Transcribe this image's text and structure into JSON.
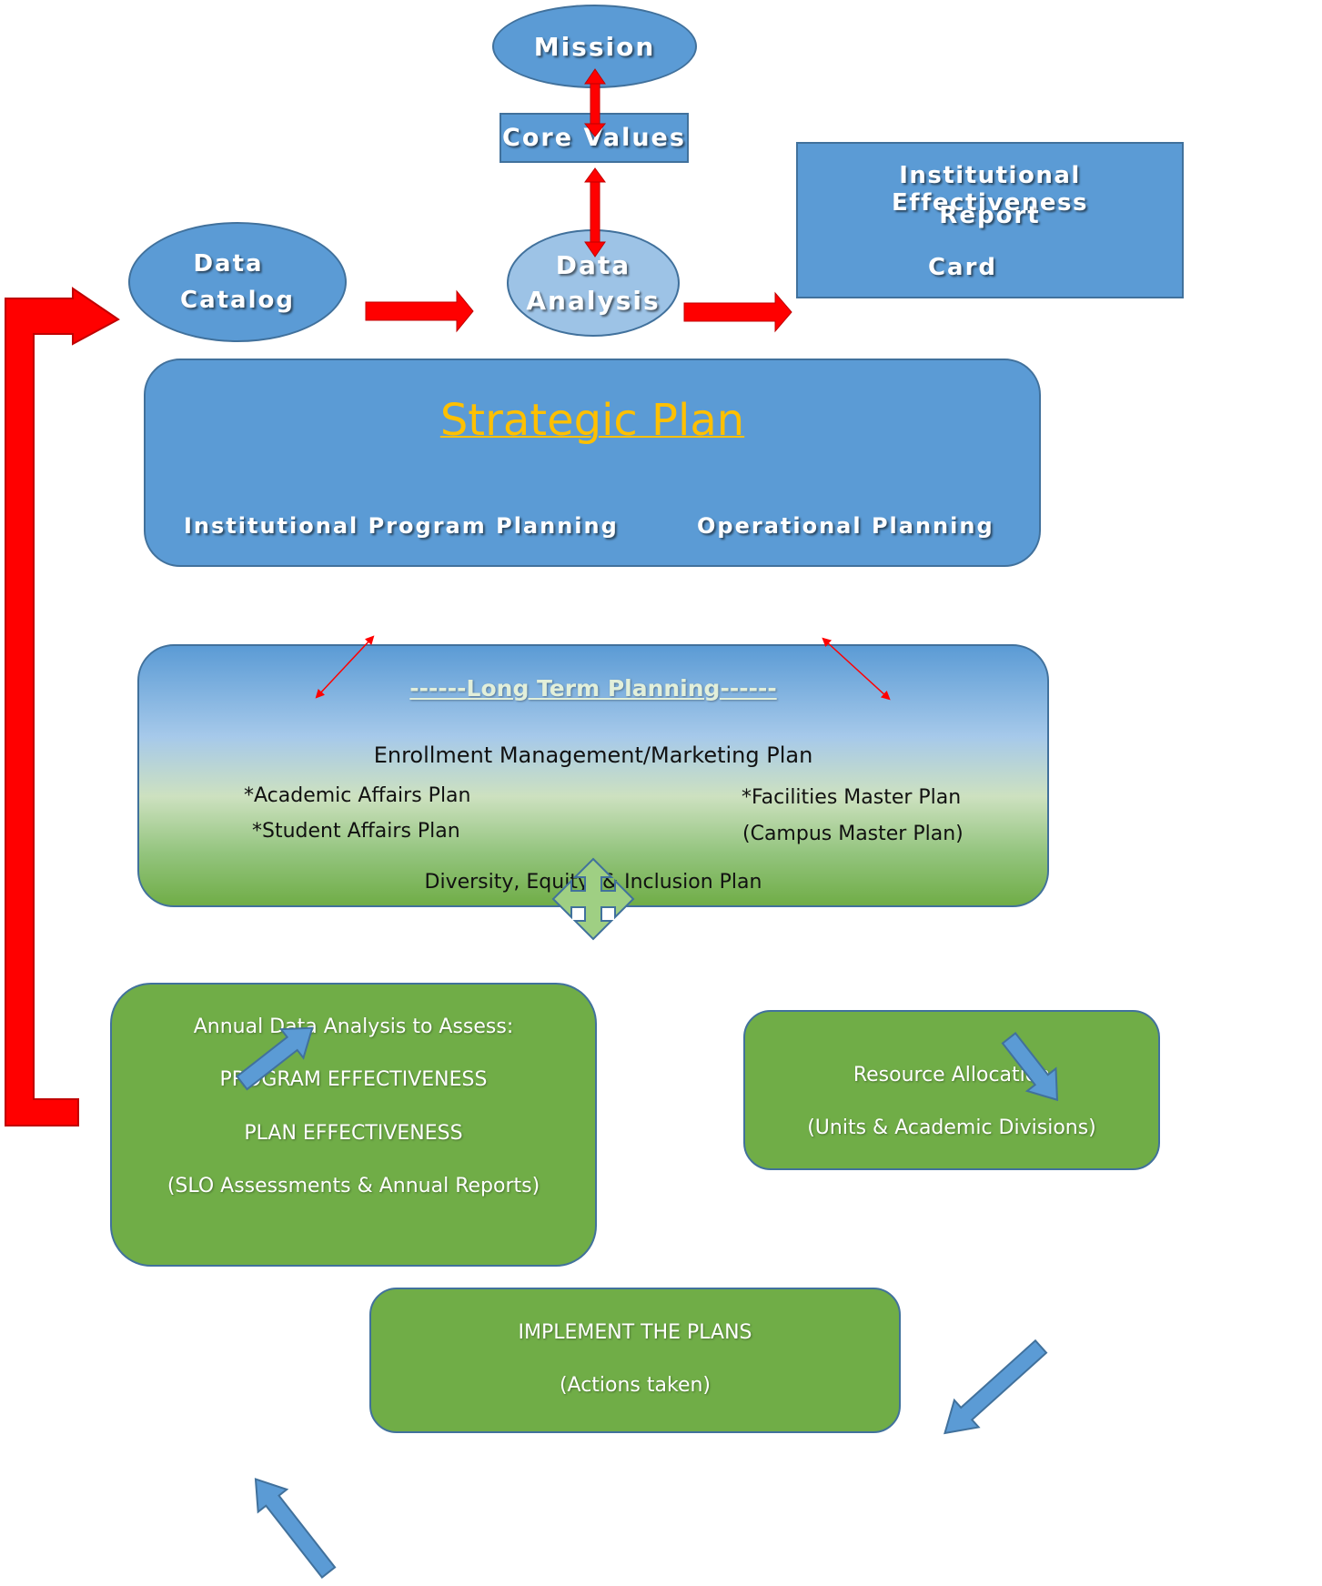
{
  "top": {
    "mission": "Mission",
    "core_values": "Core Values",
    "data_catalog_line1": "Data",
    "data_catalog_line2": "Catalog",
    "data_analysis_line1": "Data",
    "data_analysis_line2": "Analysis",
    "ie_line1": "Institutional Effectiveness",
    "ie_line2": "Report",
    "ie_line3": "Card"
  },
  "strategic": {
    "title": "Strategic Plan",
    "left_label": "Institutional Program Planning",
    "right_label": "Operational Planning"
  },
  "long_term": {
    "title": "------Long Term Planning------",
    "enrollment": "Enrollment Management/Marketing Plan",
    "academic": "*Academic Affairs Plan",
    "student": "*Student Affairs Plan",
    "facilities": "*Facilities Master Plan",
    "campus": "(Campus Master Plan)",
    "diversity": "Diversity, Equity, & Inclusion Plan"
  },
  "annual": {
    "line1": "Annual Data Analysis to Assess:",
    "line2": "PROGRAM EFFECTIVENESS",
    "line3": "PLAN EFFECTIVENESS",
    "line4": "(SLO Assessments & Annual Reports)"
  },
  "resource": {
    "line1": "Resource Allocation",
    "line2": "(Units & Academic Divisions)"
  },
  "implement": {
    "line1": "IMPLEMENT THE PLANS",
    "line2": "(Actions taken)"
  },
  "colors": {
    "shape_blue": "#5b9bd5",
    "shape_green": "#70ad47",
    "outline": "#41719c",
    "title_gold": "#ffc000",
    "arrow_red": "#ff0000"
  }
}
